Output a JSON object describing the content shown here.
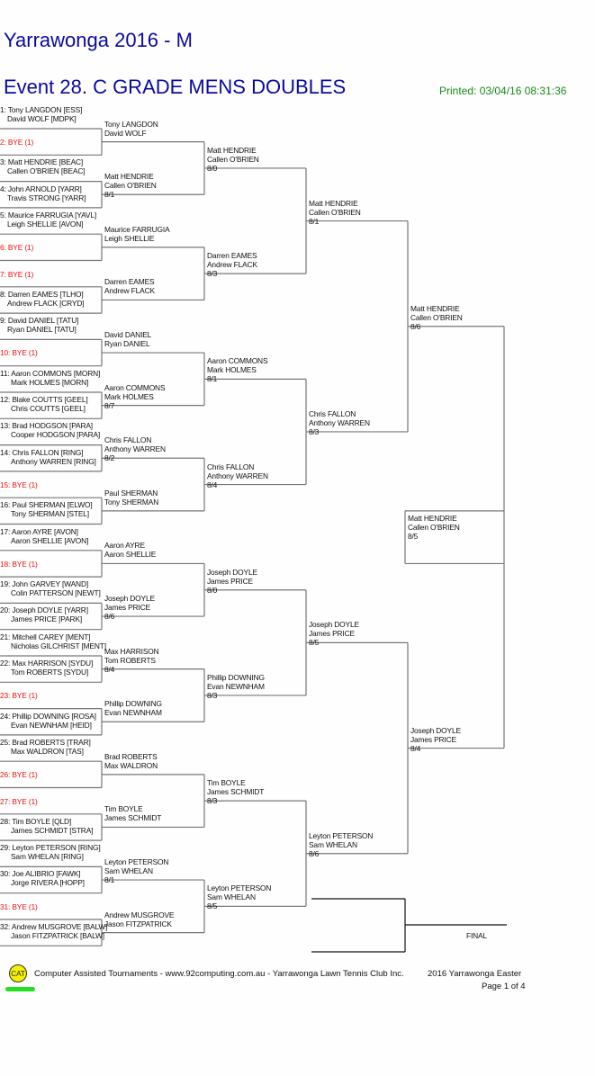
{
  "header": {
    "tournament": "Yarrawonga 2016 - M",
    "event": "Event 28. C GRADE MENS DOUBLES",
    "printed": "Printed: 03/04/16 08:31:36"
  },
  "round1": [
    {
      "label": "1: Tony LANGDON [ESS]",
      "p2": "David WOLF [MDPK]"
    },
    {
      "label": "2: BYE (1)",
      "bye": true
    },
    {
      "label": "3: Matt HENDRIE [BEAC]",
      "p2": "Callen O'BRIEN [BEAC]"
    },
    {
      "label": "4: John ARNOLD [YARR]",
      "p2": "Travis STRONG [YARR]"
    },
    {
      "label": "5: Maurice FARRUGIA [YAVL]",
      "p2": "Leigh SHELLIE [AVON]"
    },
    {
      "label": "6: BYE (1)",
      "bye": true
    },
    {
      "label": "7: BYE (1)",
      "bye": true
    },
    {
      "label": "8: Darren EAMES [TLHO]",
      "p2": "Andrew FLACK [CRYD]"
    },
    {
      "label": "9: David DANIEL [TATU]",
      "p2": "Ryan DANIEL [TATU]"
    },
    {
      "label": "10: BYE (1)",
      "bye": true
    },
    {
      "label": "11: Aaron COMMONS [MORN]",
      "p2": "Mark HOLMES [MORN]"
    },
    {
      "label": "12: Blake COUTTS [GEEL]",
      "p2": "Chris COUTTS [GEEL]"
    },
    {
      "label": "13: Brad HODGSON [PARA]",
      "p2": "Cooper HODGSON [PARA]"
    },
    {
      "label": "14: Chris FALLON [RING]",
      "p2": "Anthony WARREN [RING]"
    },
    {
      "label": "15: BYE (1)",
      "bye": true
    },
    {
      "label": "16: Paul SHERMAN [ELWO]",
      "p2": "Tony SHERMAN [STEL]"
    },
    {
      "label": "17: Aaron AYRE [AVON]",
      "p2": "Aaron SHELLIE [AVON]"
    },
    {
      "label": "18: BYE (1)",
      "bye": true
    },
    {
      "label": "19: John GARVEY [WAND]",
      "p2": "Colin PATTERSON [NEWT]"
    },
    {
      "label": "20: Joseph DOYLE [YARR]",
      "p2": "James PRICE [PARK]"
    },
    {
      "label": "21: Mitchell CAREY [MENT]",
      "p2": "Nicholas GILCHRIST [MENT]"
    },
    {
      "label": "22: Max HARRISON [SYDU]",
      "p2": "Tom ROBERTS [SYDU]"
    },
    {
      "label": "23: BYE (1)",
      "bye": true
    },
    {
      "label": "24: Phillip DOWNING [ROSA]",
      "p2": "Evan NEWNHAM [HEID]"
    },
    {
      "label": "25: Brad ROBERTS [TRAR]",
      "p2": "Max WALDRON [TAS]"
    },
    {
      "label": "26: BYE (1)",
      "bye": true
    },
    {
      "label": "27: BYE (1)",
      "bye": true
    },
    {
      "label": "28: Tim BOYLE [QLD]",
      "p2": "James SCHMIDT [STRA]"
    },
    {
      "label": "29: Leyton PETERSON [RING]",
      "p2": "Sam WHELAN [RING]"
    },
    {
      "label": "30: Joe ALIBRIO [FAWK]",
      "p2": "Jorge RIVERA [HOPP]"
    },
    {
      "label": "31: BYE (1)",
      "bye": true
    },
    {
      "label": "32: Andrew MUSGROVE [BALW]",
      "p2": "Jason FITZPATRICK [BALW]"
    }
  ],
  "rounds": [
    [
      {
        "p1": "Tony LANGDON",
        "p2": "David WOLF",
        "score": ""
      },
      {
        "p1": "Matt HENDRIE",
        "p2": "Callen O'BRIEN",
        "score": "8/1"
      },
      {
        "p1": "Maurice FARRUGIA",
        "p2": "Leigh SHELLIE",
        "score": ""
      },
      {
        "p1": "Darren EAMES",
        "p2": "Andrew FLACK",
        "score": ""
      },
      {
        "p1": "David DANIEL",
        "p2": "Ryan DANIEL",
        "score": ""
      },
      {
        "p1": "Aaron COMMONS",
        "p2": "Mark HOLMES",
        "score": "8/7"
      },
      {
        "p1": "Chris FALLON",
        "p2": "Anthony WARREN",
        "score": "8/2"
      },
      {
        "p1": "Paul SHERMAN",
        "p2": "Tony SHERMAN",
        "score": ""
      },
      {
        "p1": "Aaron AYRE",
        "p2": "Aaron SHELLIE",
        "score": ""
      },
      {
        "p1": "Joseph DOYLE",
        "p2": "James PRICE",
        "score": "8/6"
      },
      {
        "p1": "Max HARRISON",
        "p2": "Tom ROBERTS",
        "score": "8/4"
      },
      {
        "p1": "Phillip DOWNING",
        "p2": "Evan NEWNHAM",
        "score": ""
      },
      {
        "p1": "Brad ROBERTS",
        "p2": "Max WALDRON",
        "score": ""
      },
      {
        "p1": "Tim BOYLE",
        "p2": "James SCHMIDT",
        "score": ""
      },
      {
        "p1": "Leyton PETERSON",
        "p2": "Sam WHELAN",
        "score": "8/1"
      },
      {
        "p1": "Andrew MUSGROVE",
        "p2": "Jason FITZPATRICK",
        "score": ""
      }
    ],
    [
      {
        "p1": "Matt HENDRIE",
        "p2": "Callen O'BRIEN",
        "score": "8/0"
      },
      {
        "p1": "Darren EAMES",
        "p2": "Andrew FLACK",
        "score": "8/3"
      },
      {
        "p1": "Aaron COMMONS",
        "p2": "Mark HOLMES",
        "score": "8/1"
      },
      {
        "p1": "Chris FALLON",
        "p2": "Anthony WARREN",
        "score": "8/4"
      },
      {
        "p1": "Joseph DOYLE",
        "p2": "James PRICE",
        "score": "8/0"
      },
      {
        "p1": "Phillip DOWNING",
        "p2": "Evan NEWNHAM",
        "score": "8/3"
      },
      {
        "p1": "Tim BOYLE",
        "p2": "James SCHMIDT",
        "score": "8/3"
      },
      {
        "p1": "Leyton PETERSON",
        "p2": "Sam WHELAN",
        "score": "8/5"
      }
    ],
    [
      {
        "p1": "Matt HENDRIE",
        "p2": "Callen O'BRIEN",
        "score": "8/1"
      },
      {
        "p1": "Chris FALLON",
        "p2": "Anthony WARREN",
        "score": "8/3"
      },
      {
        "p1": "Joseph DOYLE",
        "p2": "James PRICE",
        "score": "8/5"
      },
      {
        "p1": "Leyton PETERSON",
        "p2": "Sam WHELAN",
        "score": "8/6"
      }
    ],
    [
      {
        "p1": "Matt HENDRIE",
        "p2": "Callen O'BRIEN",
        "score": "8/6"
      },
      {
        "p1": "Joseph DOYLE",
        "p2": "James PRICE",
        "score": "8/4"
      }
    ]
  ],
  "section_winner": {
    "p1": "Matt HENDRIE",
    "p2": "Callen O'BRIEN",
    "score": "8/5"
  },
  "final_label": "FINAL",
  "footer": {
    "logo": "CAT",
    "credit": "Computer Assisted Tournaments - www.92computing.com.au -  Yarrawonga Lawn Tennis Club Inc.",
    "tournament": "2016 Yarrawonga Easter",
    "page": "Page 1 of 4"
  },
  "colors": {
    "title": "#0a0aa0",
    "printed": "#1a8a1a",
    "bye": "#ee1010",
    "lines": "#777777"
  }
}
